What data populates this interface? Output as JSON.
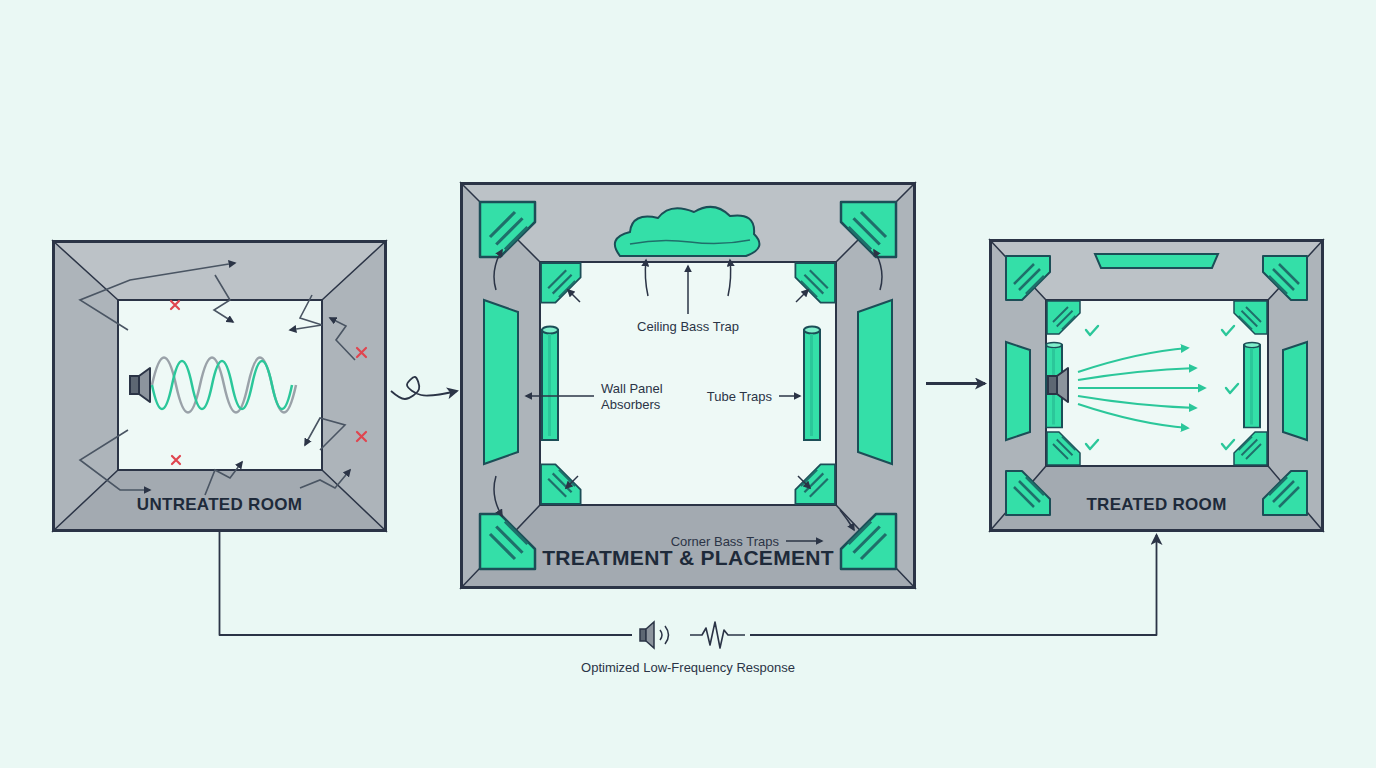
{
  "diagram": {
    "nodes": [
      {
        "text": [
          "UNTREATED ROOM"
        ]
      },
      {
        "text": [
          "TREATMENT & PLACEMENT"
        ]
      },
      {
        "text": [
          "TREATED ROOM"
        ]
      }
    ],
    "edges": [
      {
        "from": 0,
        "to": 1,
        "arrow": "to"
      },
      {
        "from": 1,
        "to": 2,
        "arrow": "to"
      },
      {
        "from": 0,
        "to": 2,
        "arrow": "to",
        "label": "Optimized Low-Frequency Response"
      }
    ],
    "labels": [
      "Ceiling Bass Trap",
      "Wall Panel Absorbers",
      "Tube Traps",
      "Corner Bass Traps"
    ]
  }
}
